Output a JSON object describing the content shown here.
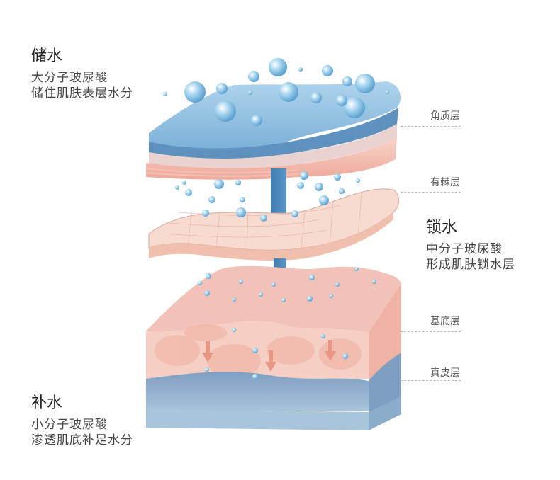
{
  "captions": {
    "store": {
      "title": "储水",
      "lines": [
        "大分子玻尿酸",
        "储住肌肤表层水分"
      ]
    },
    "lock": {
      "title": "锁水",
      "lines": [
        "中分子玻尿酸",
        "形成肌肤锁水层"
      ]
    },
    "replenish": {
      "title": "补水",
      "lines": [
        "小分子玻尿酸",
        "渗透肌底补足水分"
      ]
    }
  },
  "layer_labels": [
    "角质层",
    "有棘层",
    "基底层",
    "真皮层"
  ],
  "colors": {
    "water_blue": "#7fb8dd",
    "arrow_blue": "#4a86b8",
    "skin_pink": "#f4c4b8",
    "dermis_blue": "#8fb0cf",
    "bubble": "#9fd0ee"
  }
}
